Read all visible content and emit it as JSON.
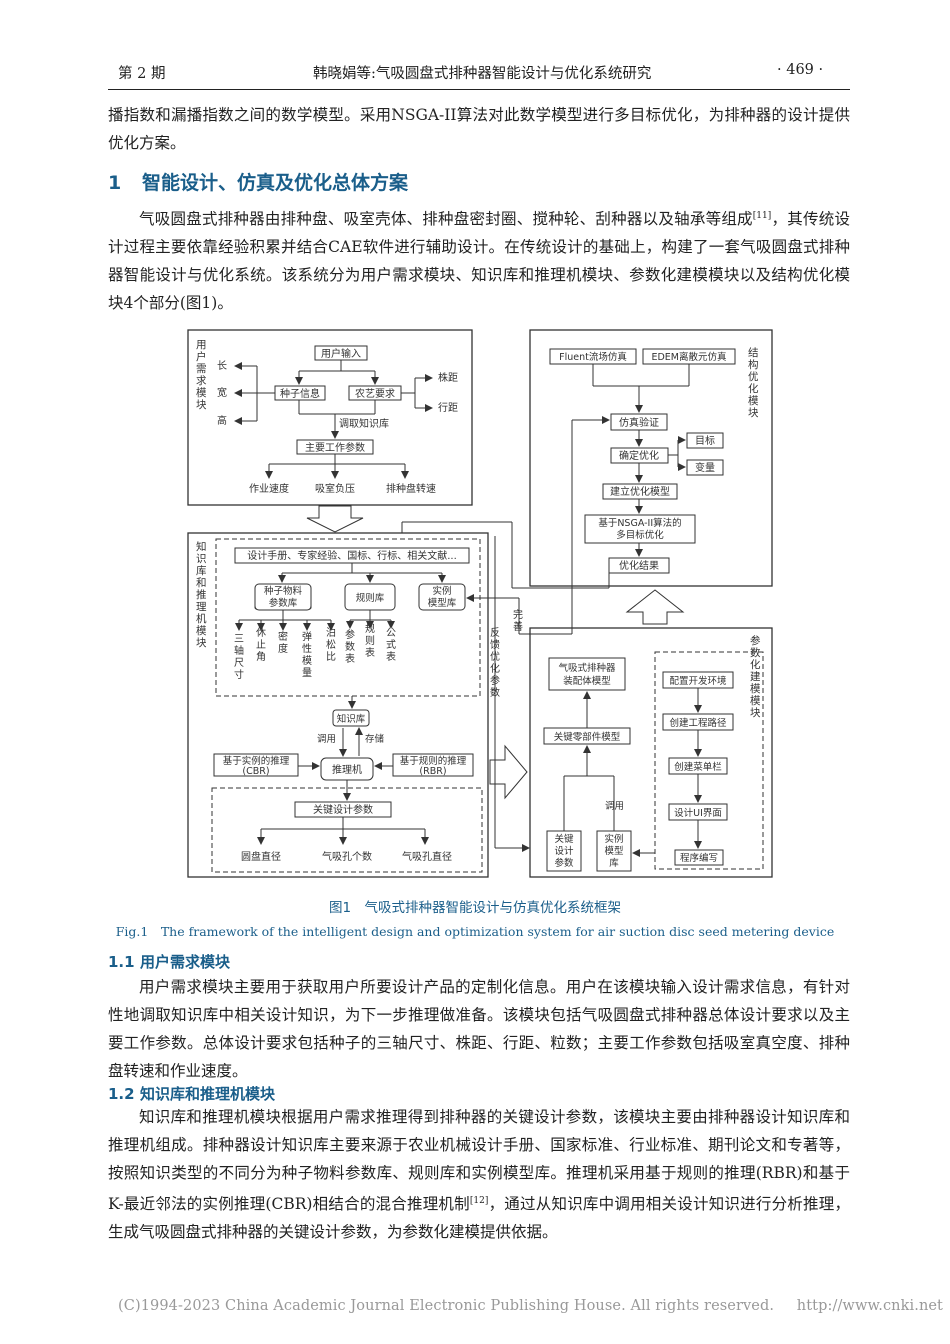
{
  "header": {
    "issue": "第 2 期",
    "running_title": "韩晓娟等:气吸圆盘式排种器智能设计与优化系统研究",
    "page_number": "· 469 ·"
  },
  "intro_paragraph": "播指数和漏播指数之间的数学模型。采用NSGA-II算法对此数学模型进行多目标优化，为排种器的设计提供优化方案。",
  "section1": {
    "number": "1",
    "title": "智能设计、仿真及优化总体方案",
    "para_part1": "气吸圆盘式排种器由排种盘、吸室壳体、排种盘密封圈、搅种轮、刮种器以及轴承等组成",
    "para_ref": "[11]",
    "para_part2": "，其传统设计过程主要依靠经验积累并结合CAE软件进行辅助设计。在传统设计的基础上，构建了一套气吸圆盘式排种器智能设计与优化系统。该系统分为用户需求模块、知识库和推理机模块、参数化建模模块以及结构优化模块4个部分(图1)。"
  },
  "figure": {
    "caption_cn": "图1　气吸式排种器智能设计与仿真优化系统框架",
    "caption_en": "Fig.1　The framework of the intelligent design and optimization system for air suction disc seed metering device",
    "labels": {
      "user_module": "用户需求模块",
      "kb_module": "知识库和推理机模块",
      "opt_module": "结构优化模块",
      "param_module": "参数化建模模块",
      "user_input": "用户输入",
      "length": "长",
      "width": "宽",
      "height": "高",
      "seed_info": "种子信息",
      "agro_req": "农艺要求",
      "plant_spacing": "株距",
      "row_spacing": "行距",
      "call_kb": "调取知识库",
      "main_params": "主要工作参数",
      "work_speed": "作业速度",
      "vacuum": "吸室负压",
      "disc_speed": "排种盘转速",
      "sources": "设计手册、专家经验、国标、行标、相关文献...",
      "seed_lib_1": "种子物料",
      "seed_lib_2": "参数库",
      "rule_lib": "规则库",
      "case_lib_1": "实例",
      "case_lib_2": "模型库",
      "seed_attrs": [
        "三轴尺寸",
        "休止角",
        "密度",
        "弹性模量",
        "泊松比"
      ],
      "rule_attrs": [
        "参数表",
        "规则表",
        "公式表"
      ],
      "kb": "知识库",
      "call": "调用",
      "store": "存储",
      "cbr_1": "基于实例的推理",
      "cbr_2": "(CBR)",
      "rbr_1": "基于规则的推理",
      "rbr_2": "(RBR)",
      "engine": "推理机",
      "key_params": "关键设计参数",
      "disc_dia": "圆盘直径",
      "hole_count": "气吸孔个数",
      "hole_dia": "气吸孔直径",
      "fluent": "Fluent流场仿真",
      "edem": "EDEM离散元仿真",
      "sim_verify": "仿真验证",
      "determine_opt": "确定优化",
      "target": "目标",
      "variable": "变量",
      "build_model": "建立优化模型",
      "nsga_1": "基于NSGA-II算法的",
      "nsga_2": "多目标优化",
      "opt_result": "优化结果",
      "improve": "完善",
      "feedback": "反馈优化参数",
      "assembly_1": "气吸式排种器",
      "assembly_2": "装配体模型",
      "key_parts": "关键零部件模型",
      "call2": "调用",
      "key_design_params": "关键设计参数",
      "case_model_lib": "实例模型库",
      "config_env": "配置开发环境",
      "create_path": "创建工程路径",
      "create_menu": "创建菜单栏",
      "design_ui": "设计UI界面",
      "program": "程序编写"
    }
  },
  "section11": {
    "number": "1.1",
    "title": "用户需求模块",
    "para": "用户需求模块主要用于获取用户所要设计产品的定制化信息。用户在该模块输入设计需求信息，有针对性地调取知识库中相关设计知识，为下一步推理做准备。该模块包括气吸圆盘式排种器总体设计要求以及主要工作参数。总体设计要求包括种子的三轴尺寸、株距、行距、粒数；主要工作参数包括吸室真空度、排种盘转速和作业速度。"
  },
  "section12": {
    "number": "1.2",
    "title": "知识库和推理机模块",
    "para_part1": "知识库和推理机模块根据用户需求推理得到排种器的关键设计参数，该模块主要由排种器设计知识库和推理机组成。排种器设计知识库主要来源于农业机械设计手册、国家标准、行业标准、期刊论文和专著等，按照知识类型的不同分为种子物料参数库、规则库和实例模型库。推理机采用基于规则的推理(RBR)和基于K-最近邻法的实例推理(CBR)相结合的混合推理机制",
    "para_ref": "[12]",
    "para_part2": "，通过从知识库中调用相关设计知识进行分析推理，生成气吸圆盘式排种器的关键设计参数，为参数化建模提供依据。"
  },
  "footer": {
    "copyright": "(C)1994-2023 China Academic Journal Electronic Publishing House. All rights reserved.",
    "url": "http://www.cnki.net"
  }
}
